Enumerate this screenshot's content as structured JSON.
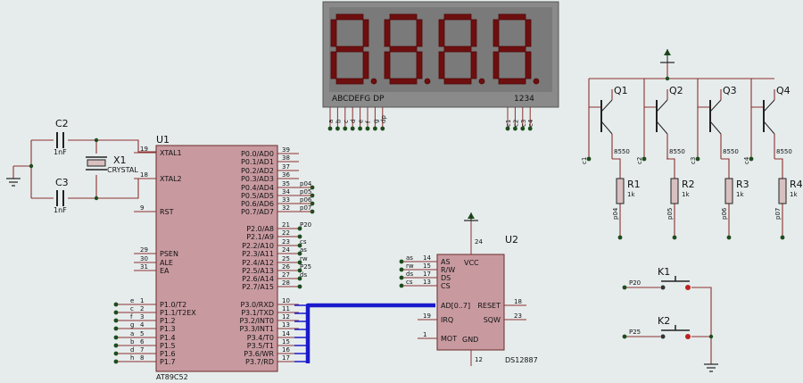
{
  "display": {
    "seg_label": "ABCDEFG DP",
    "digit_label": "1234",
    "seg_pins": [
      "a",
      "b",
      "c",
      "d",
      "e",
      "f",
      "g",
      "dp"
    ],
    "digit_pins": [
      "c1",
      "c2",
      "c3",
      "c4"
    ],
    "colors": {
      "body": "#8a8a8a",
      "segment": "#6e0f0f"
    }
  },
  "mcu": {
    "ref": "U1",
    "part": "AT89C52",
    "left_pins": [
      {
        "num": "19",
        "name": "XTAL1"
      },
      {
        "num": "18",
        "name": "XTAL2"
      },
      {
        "num": "9",
        "name": "RST"
      },
      {
        "num": "29",
        "name": "PSEN"
      },
      {
        "num": "30",
        "name": "ALE"
      },
      {
        "num": "31",
        "name": "EA"
      },
      {
        "num": "1",
        "name": "P1.0/T2",
        "net": "e"
      },
      {
        "num": "2",
        "name": "P1.1/T2EX",
        "net": "c"
      },
      {
        "num": "3",
        "name": "P1.2",
        "net": "f"
      },
      {
        "num": "4",
        "name": "P1.3",
        "net": "g"
      },
      {
        "num": "5",
        "name": "P1.4",
        "net": "a"
      },
      {
        "num": "6",
        "name": "P1.5",
        "net": "b"
      },
      {
        "num": "7",
        "name": "P1.6",
        "net": "d"
      },
      {
        "num": "8",
        "name": "P1.7",
        "net": "h"
      }
    ],
    "right_pins": [
      {
        "num": "39",
        "name": "P0.0/AD0",
        "net": ""
      },
      {
        "num": "38",
        "name": "P0.1/AD1",
        "net": ""
      },
      {
        "num": "37",
        "name": "P0.2/AD2",
        "net": ""
      },
      {
        "num": "36",
        "name": "P0.3/AD3",
        "net": ""
      },
      {
        "num": "35",
        "name": "P0.4/AD4",
        "net": "p04"
      },
      {
        "num": "34",
        "name": "P0.5/AD5",
        "net": "p05"
      },
      {
        "num": "33",
        "name": "P0.6/AD6",
        "net": "p06"
      },
      {
        "num": "32",
        "name": "P0.7/AD7",
        "net": "p07"
      },
      {
        "num": "21",
        "name": "P2.0/A8",
        "net": "P20"
      },
      {
        "num": "22",
        "name": "P2.1/A9",
        "net": ""
      },
      {
        "num": "23",
        "name": "P2.2/A10",
        "net": "cs"
      },
      {
        "num": "24",
        "name": "P2.3/A11",
        "net": "as"
      },
      {
        "num": "25",
        "name": "P2.4/A12",
        "net": "rw"
      },
      {
        "num": "26",
        "name": "P2.5/A13",
        "net": "P25"
      },
      {
        "num": "27",
        "name": "P2.6/A14",
        "net": "ds"
      },
      {
        "num": "28",
        "name": "P2.7/A15",
        "net": ""
      },
      {
        "num": "10",
        "name": "P3.0/RXD"
      },
      {
        "num": "11",
        "name": "P3.1/TXD"
      },
      {
        "num": "12",
        "name": "P3.2/INT0"
      },
      {
        "num": "13",
        "name": "P3.3/INT1"
      },
      {
        "num": "14",
        "name": "P3.4/T0"
      },
      {
        "num": "15",
        "name": "P3.5/T1"
      },
      {
        "num": "16",
        "name": "P3.6/WR"
      },
      {
        "num": "17",
        "name": "P3.7/RD"
      }
    ]
  },
  "rtc": {
    "ref": "U2",
    "part": "DS12887",
    "left_pins": [
      {
        "num": "14",
        "name": "AS",
        "net": "as"
      },
      {
        "num": "15",
        "name": "R/W",
        "net": "rw"
      },
      {
        "num": "17",
        "name": "DS",
        "net": "ds"
      },
      {
        "num": "13",
        "name": "CS",
        "net": "cs"
      },
      {
        "num": "",
        "name": "AD[0..7]"
      },
      {
        "num": "19",
        "name": "IRQ"
      },
      {
        "num": "1",
        "name": "MOT"
      }
    ],
    "right_pins": [
      {
        "num": "18",
        "name": "RESET"
      },
      {
        "num": "23",
        "name": "SQW"
      }
    ],
    "top_pin": {
      "num": "24",
      "name": "VCC"
    },
    "bottom_pin": {
      "num": "12",
      "name": "GND"
    }
  },
  "caps": [
    {
      "ref": "C2",
      "value": "1nF"
    },
    {
      "ref": "C3",
      "value": "1nF"
    }
  ],
  "crystal": {
    "ref": "X1",
    "value": "CRYSTAL"
  },
  "transistors": [
    {
      "ref": "Q1",
      "part": "8550",
      "collector": "c1"
    },
    {
      "ref": "Q2",
      "part": "8550",
      "collector": "c2"
    },
    {
      "ref": "Q3",
      "part": "8550",
      "collector": "c3"
    },
    {
      "ref": "Q4",
      "part": "8550",
      "collector": "c4"
    }
  ],
  "resistors": [
    {
      "ref": "R1",
      "value": "1k",
      "net": "p04"
    },
    {
      "ref": "R2",
      "value": "1k",
      "net": "p05"
    },
    {
      "ref": "R3",
      "value": "1k",
      "net": "p06"
    },
    {
      "ref": "R4",
      "value": "1k",
      "net": "p07"
    }
  ],
  "keys": [
    {
      "ref": "K1",
      "net": "P20"
    },
    {
      "ref": "K2",
      "net": "P25"
    }
  ],
  "colors": {
    "wire": "#8e3030",
    "bus": "#1a1acc",
    "chip": "#c89aa0",
    "junction": "#1d4d1d"
  }
}
